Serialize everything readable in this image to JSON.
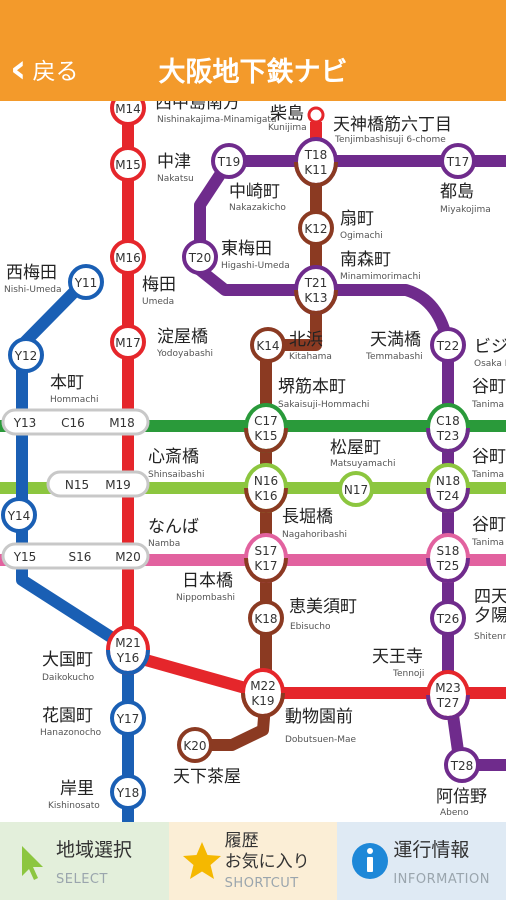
{
  "header": {
    "back_label": "戻る",
    "title": "大阪地下鉄ナビ"
  },
  "colors": {
    "header": "#f39a2b",
    "midosuji": "#e5262b",
    "tanimachi": "#6f2b8c",
    "sakaisuji": "#8b3a22",
    "chuo": "#2a9a3a",
    "nagahori": "#8cc63f",
    "sennichimae": "#e2629f",
    "yotsubashi": "#1a5fb4",
    "imazato": "#1a5fb4"
  },
  "map": {
    "stations": [
      {
        "name": "西中島南方",
        "roman": "Nishinakajima-Minamigata",
        "codes": [
          "M14"
        ]
      },
      {
        "name": "中津",
        "roman": "Nakatsu",
        "codes": [
          "M15"
        ]
      },
      {
        "name": "梅田",
        "roman": "Umeda",
        "codes": [
          "M16"
        ]
      },
      {
        "name": "淀屋橋",
        "roman": "Yodoyabashi",
        "codes": [
          "M17"
        ]
      },
      {
        "name": "本町",
        "roman": "Hommachi",
        "codes": [
          "Y13",
          "C16",
          "M18"
        ]
      },
      {
        "name": "心斎橋",
        "roman": "Shinsaibashi",
        "codes": [
          "N15",
          "M19"
        ]
      },
      {
        "name": "なんば",
        "roman": "Namba",
        "codes": [
          "Y15",
          "S16",
          "M20"
        ]
      },
      {
        "name": "大国町",
        "roman": "Daikokucho",
        "codes": [
          "M21",
          "Y16"
        ]
      },
      {
        "name": "花園町",
        "roman": "Hanazonocho",
        "codes": [
          "Y17"
        ]
      },
      {
        "name": "岸里",
        "roman": "Kishinosato",
        "codes": [
          "Y18"
        ]
      },
      {
        "name": "西梅田",
        "roman": "Nishi-Umeda",
        "codes": [
          "Y11"
        ]
      },
      {
        "name": "",
        "roman": "",
        "codes": [
          "Y12"
        ]
      },
      {
        "name": "",
        "roman": "",
        "codes": [
          "Y14"
        ]
      },
      {
        "name": "柴島",
        "roman": "Kunijima",
        "codes": []
      },
      {
        "name": "天神橋筋六丁目",
        "roman": "Tenjimbashisuji 6-chome",
        "codes": [
          "T18",
          "K11"
        ]
      },
      {
        "name": "中崎町",
        "roman": "Nakazakicho",
        "codes": [
          "T19"
        ]
      },
      {
        "name": "扇町",
        "roman": "Ogimachi",
        "codes": [
          "K12"
        ]
      },
      {
        "name": "東梅田",
        "roman": "Higashi-Umeda",
        "codes": [
          "T20"
        ]
      },
      {
        "name": "南森町",
        "roman": "Minamimorimachi",
        "codes": [
          "T21",
          "K13"
        ]
      },
      {
        "name": "都島",
        "roman": "Miyakojima",
        "codes": [
          "T17"
        ]
      },
      {
        "name": "北浜",
        "roman": "Kitahama",
        "codes": [
          "K14"
        ]
      },
      {
        "name": "天満橋",
        "roman": "Temmabashi",
        "codes": [
          "T22"
        ]
      },
      {
        "name": "ビジネ",
        "roman": "Osaka Bu",
        "codes": []
      },
      {
        "name": "堺筋本町",
        "roman": "Sakaisuji-Hommachi",
        "codes": [
          "C17",
          "K15"
        ]
      },
      {
        "name": "谷町",
        "roman": "Tanima",
        "codes": [
          "C18",
          "T23"
        ]
      },
      {
        "name": "松屋町",
        "roman": "Matsuyamachi",
        "codes": [
          "N17"
        ]
      },
      {
        "name": "谷町",
        "roman": "Tanima",
        "codes": [
          "N18",
          "T24"
        ]
      },
      {
        "name": "",
        "roman": "",
        "codes": [
          "N16",
          "K16"
        ]
      },
      {
        "name": "長堀橋",
        "roman": "Nagahoribashi",
        "codes": []
      },
      {
        "name": "谷町",
        "roman": "Tanima",
        "codes": [
          "S18",
          "T25"
        ]
      },
      {
        "name": "日本橋",
        "roman": "Nippombashi",
        "codes": [
          "S17",
          "K17"
        ]
      },
      {
        "name": "恵美須町",
        "roman": "Ebisucho",
        "codes": [
          "K18"
        ]
      },
      {
        "name": "四天",
        "roman": "",
        "codes": [
          "T26"
        ]
      },
      {
        "name": "夕陽",
        "roman": "Shitenn",
        "codes": []
      },
      {
        "name": "天王寺",
        "roman": "Tennoji",
        "codes": [
          "M23",
          "T27"
        ]
      },
      {
        "name": "動物園前",
        "roman": "Dobutsuen-Mae",
        "codes": [
          "M22",
          "K19"
        ]
      },
      {
        "name": "天下茶屋",
        "roman": "",
        "codes": [
          "K20"
        ]
      },
      {
        "name": "阿倍野",
        "roman": "Abeno",
        "codes": [
          "T28"
        ]
      }
    ]
  },
  "tabs": [
    {
      "main": "地域選択",
      "sub": "SELECT",
      "icon": "cursor-icon"
    },
    {
      "main": "履歴\nお気に入り",
      "sub": "SHORTCUT",
      "icon": "star-icon"
    },
    {
      "main": "運行情報",
      "sub": "INFORMATION",
      "icon": "info-icon"
    }
  ]
}
